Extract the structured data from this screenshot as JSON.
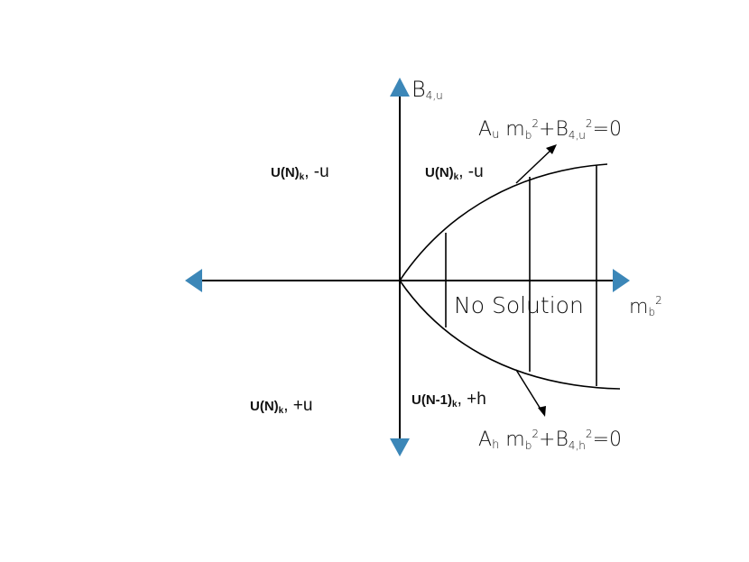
{
  "colors": {
    "arrowhead": "#3c87b8",
    "stroke": "#000000",
    "text": "#111111"
  },
  "axes": {
    "y_label_main": "B",
    "y_label_sub": "4,u",
    "x_label_main": "m",
    "x_label_sub": "b",
    "x_label_sup": "2"
  },
  "region_label": "No Solution",
  "quadrants": {
    "upper_left": {
      "bold": "U(N)",
      "sub": "k",
      "rest": ", -u"
    },
    "upper_right": {
      "bold": "U(N)",
      "sub": "k",
      "rest": ", -u"
    },
    "lower_left": {
      "bold": "U(N)",
      "sub": "k",
      "rest": ", +u"
    },
    "lower_right": {
      "bold": "U(N-1)",
      "sub": "k",
      "rest": ", +h"
    }
  },
  "equations": {
    "upper": {
      "coef_main": "A",
      "coef_sub": "u",
      "m_main": " m",
      "m_sub": "b",
      "m_sup": "2",
      "b_main": "+B",
      "b_sub": "4,u",
      "b_sup": "2",
      "tail": "=0"
    },
    "lower": {
      "coef_main": "A",
      "coef_sub": "h",
      "m_main": " m",
      "m_sub": "b",
      "m_sup": "2",
      "b_main": "+B",
      "b_sub": "4,h",
      "b_sup": "2",
      "tail": "=0"
    }
  }
}
